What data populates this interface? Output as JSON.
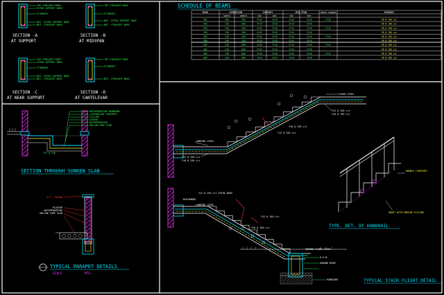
{
  "sections": {
    "a_line1": "SECTION -A",
    "a_line2": "AT SUPPORT",
    "b_line1": "SECTION -B",
    "b_line2": "AT MIDSPAN",
    "c_line1": "SECTION -C",
    "c_line2": "AT NEAR SUPPORT",
    "d_line1": "SECTION -D",
    "d_line2": "AT CANTELEVAR",
    "labels": {
      "top_straight": "TOP STRAIGHT BARS",
      "extra_support": "EXTRA SUPPORT BARS",
      "stirrups": "STIRRUPS",
      "extra_support_bot": "BOT. EXTRA SUPPORT BARS",
      "bot_straight": "BOT. STRAIGHT BARS"
    }
  },
  "schedule": {
    "title": "SCHEDULE OF BEAMS",
    "headers": [
      "MARK",
      "DIMENSION",
      "SUPPORT",
      "MID SPAN",
      "CENTRE STIRRUPS",
      "REMARKS"
    ],
    "subheaders": [
      "WIDTH",
      "DEPTH",
      "TOP",
      "BOT",
      "TOP",
      "BOT"
    ],
    "rows": [
      [
        "FB1",
        "230",
        "450",
        "4Y16",
        "3Y16",
        "2Y16",
        "3Y16",
        "2Y16",
        "Y8 @ 150 c/c"
      ],
      [
        "FB2",
        "230",
        "450",
        "4Y16",
        "3Y16",
        "2Y16",
        "3Y16",
        "",
        "Y8 @ 150 c/c"
      ],
      [
        "FB3",
        "230",
        "450",
        "4Y20",
        "3Y16",
        "2Y16",
        "3Y16",
        "2Y16",
        "Y8 @ 150 c/c"
      ],
      [
        "FB4",
        "230",
        "450",
        "4Y16",
        "3Y16",
        "2Y16",
        "3Y16",
        "",
        "Y8 @ 150 c/c"
      ],
      [
        "FB5",
        "230",
        "450",
        "3Y16",
        "3Y16",
        "2Y16",
        "3Y16",
        "2Y16",
        "Y8 @ 150 c/c"
      ],
      [
        "FB6",
        "230",
        "450",
        "4Y20",
        "3Y16",
        "2Y16",
        "3Y16",
        "",
        "Y8 @ 150 c/c"
      ],
      [
        "GB1",
        "230",
        "600",
        "4Y20",
        "3Y16",
        "2Y16",
        "3Y20",
        "2Y16",
        "Y8 @ 150 c/c"
      ],
      [
        "GB2",
        "230",
        "600",
        "4Y16",
        "3Y16",
        "2Y16",
        "3Y16",
        "",
        "Y8 @ 150 c/c"
      ],
      [
        "GB3",
        "230",
        "600",
        "4Y20",
        "3Y20",
        "2Y16",
        "3Y20",
        "2Y16",
        "Y8 @ 150 c/c"
      ],
      [
        "GB4",
        "230",
        "600",
        "4Y16",
        "3Y16",
        "2Y16",
        "3Y16",
        "",
        "Y8 @ 150 c/c"
      ]
    ]
  },
  "sunken": {
    "title": "SECTION THROUGH SUNKEN SLAB",
    "notes": [
      "WATERPROOFING MEMBRANE",
      "LIGHTWEIGHT CONCRETE",
      "FILLING",
      "SCREED",
      "WATERPROOFING",
      "HOLLOW CORE SLAB"
    ],
    "bar": "Y12 @ 150"
  },
  "parapet": {
    "title": "TYPICAL PARAPET DETAILS",
    "scale_label": "SCALE",
    "scale_value": "NTS.",
    "notes": [
      "R.C. COPING",
      "PLASTER",
      "WATERPROOFING",
      "HOLLOW CORE SLAB"
    ]
  },
  "stair": {
    "title": "TYPICAL STAIR FLIGHT DETAIL",
    "notes": {
      "floor_level": "FLOOR LEVEL",
      "landing_level": "LANDING LEVEL",
      "ground_floor": "GROUND FLOOR LEVEL",
      "bar_a": "Y12 @ 150 c/c",
      "bar_b": "Y10 @ 150 c/c",
      "bar_c": "Y12 @ 150 c/c EXTRA BARS",
      "blockwork": "BLOCKWORK",
      "beam": "GROUND BEAM",
      "hardcore": "HARDCORE",
      "dpm": "D.P.M."
    }
  },
  "handrail": {
    "title": "TYPE. DET. OF HANDRAIL",
    "notes": [
      "MARBLE FINISHES",
      "GROUT WITH MORTAR FILLING"
    ]
  },
  "colors": {
    "frame": "#ffffff",
    "cyan": "#00e5ff",
    "yellow": "#ffff33",
    "magenta": "#ff33ff",
    "green": "#33ff55",
    "blue": "#4f6bff",
    "red": "#ff3333"
  }
}
